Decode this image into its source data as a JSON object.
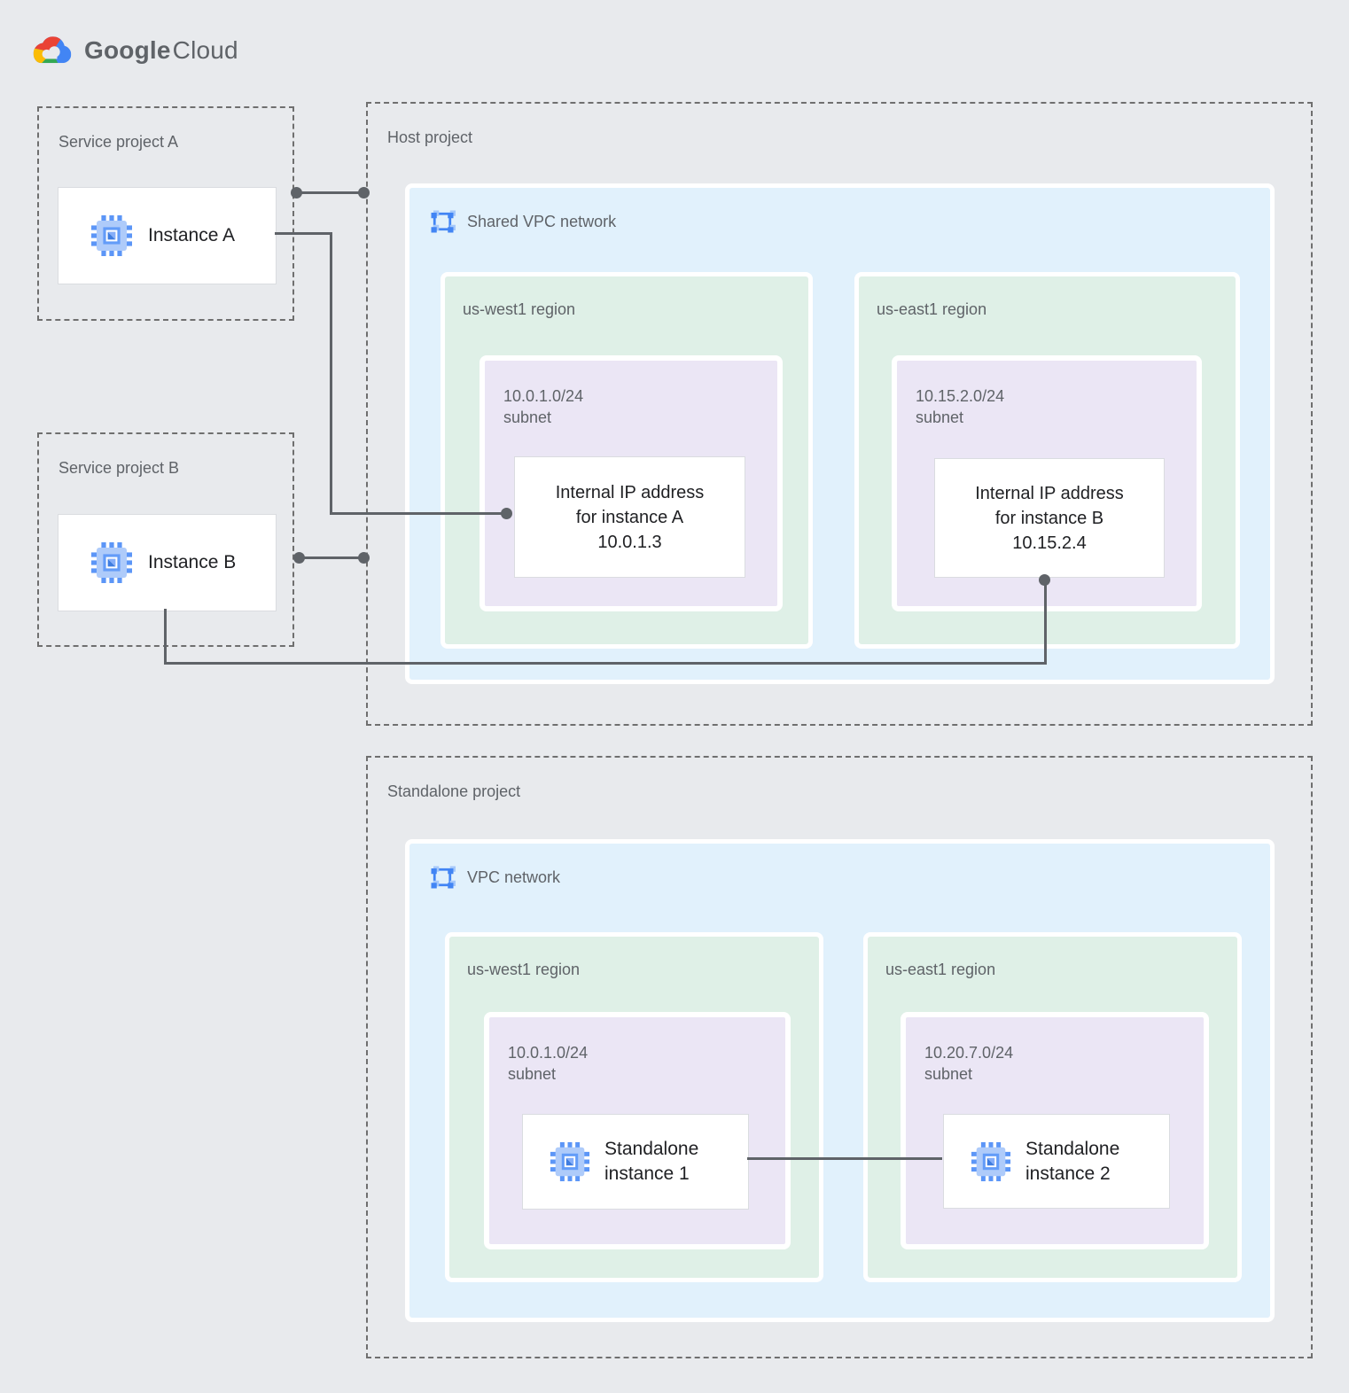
{
  "logo": {
    "brand": "Google",
    "product": "Cloud"
  },
  "colors": {
    "background": "#e8eaed",
    "network_box": "#e1f1fc",
    "region_box": "#dff0e7",
    "subnet_box": "#ebe6f5",
    "card_border": "#dadce0",
    "dashed_border": "#6f6f6f",
    "connector": "#5f6368",
    "label_text": "#5f6368",
    "dark_text": "#202124",
    "google_blue": "#4285f4",
    "google_red": "#ea4335",
    "google_yellow": "#fbbc04",
    "google_green": "#34a853"
  },
  "service_project_a": {
    "title": "Service project A",
    "instance": "Instance A"
  },
  "service_project_b": {
    "title": "Service project B",
    "instance": "Instance B"
  },
  "host_project": {
    "title": "Host project",
    "network": "Shared VPC network",
    "regions": [
      {
        "name": "us-west1 region",
        "cidr": "10.0.1.0/24",
        "subnet_word": "subnet",
        "ip_card": [
          "Internal IP address",
          "for instance A",
          "10.0.1.3"
        ]
      },
      {
        "name": "us-east1 region",
        "cidr": "10.15.2.0/24",
        "subnet_word": "subnet",
        "ip_card": [
          "Internal IP address",
          "for instance B",
          "10.15.2.4"
        ]
      }
    ]
  },
  "standalone_project": {
    "title": "Standalone project",
    "network": "VPC network",
    "regions": [
      {
        "name": "us-west1 region",
        "cidr": "10.0.1.0/24",
        "subnet_word": "subnet",
        "instance": [
          "Standalone",
          "instance 1"
        ]
      },
      {
        "name": "us-east1 region",
        "cidr": "10.20.7.0/24",
        "subnet_word": "subnet",
        "instance": [
          "Standalone",
          "instance 2"
        ]
      }
    ]
  }
}
